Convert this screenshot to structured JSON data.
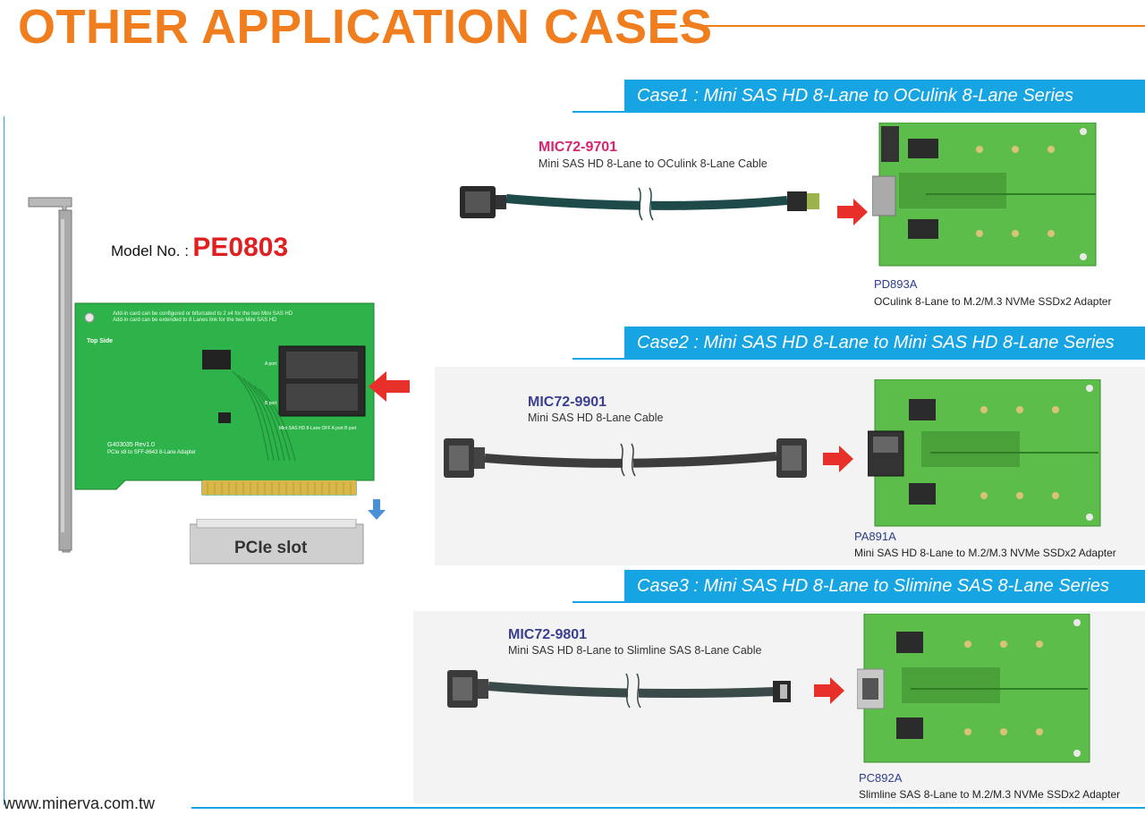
{
  "header": {
    "title": "OTHER APPLICATION CASES"
  },
  "model": {
    "label": "Model No. :",
    "number": "PE0803"
  },
  "board": {
    "note_line1": "Add-in card can be configured or bifurcated to 2 x4 for the two Mini SAS HD",
    "note_line2": "Add-in card can be extended to 8 Lanes link for the two Mini SAS HD",
    "side_label": "Top Side",
    "rev_label": "G403035 Rev1.0",
    "adapter_label": "PCIe x8 to SFF-8643 8-Lane Adapter",
    "port_a": "A port",
    "port_b": "B port",
    "connector_note": "Mini SAS HD 8-Lane OFF A port B port"
  },
  "pcie_slot": {
    "label": "PCIe slot"
  },
  "cases": [
    {
      "bar": "Case1 : Mini SAS HD 8-Lane to OCulink 8-Lane Series",
      "cable_code": "MIC72-9701",
      "cable_desc": "Mini SAS HD 8-Lane to OCulink 8-Lane Cable",
      "adapter_code": "PD893A",
      "adapter_desc": "OCulink 8-Lane to M.2/M.3 NVMe SSDx2 Adapter"
    },
    {
      "bar": "Case2 : Mini SAS HD 8-Lane to Mini SAS HD 8-Lane Series",
      "cable_code": "MIC72-9901",
      "cable_desc": "Mini SAS HD 8-Lane Cable",
      "adapter_code": "PA891A",
      "adapter_desc": "Mini SAS HD 8-Lane to M.2/M.3 NVMe SSDx2 Adapter"
    },
    {
      "bar": "Case3 : Mini SAS HD 8-Lane to Slimine SAS 8-Lane Series",
      "cable_code": "MIC72-9801",
      "cable_desc": "Mini SAS HD 8-Lane to Slimline SAS 8-Lane Cable",
      "adapter_code": "PC892A",
      "adapter_desc": "Slimline SAS 8-Lane to M.2/M.3 NVMe SSDx2 Adapter"
    }
  ],
  "footer": {
    "url": "www.minerva.com.tw"
  },
  "colors": {
    "title_orange": "#f07d1e",
    "case_blue": "#17a4e3",
    "model_red": "#e02020",
    "pcb_green": "#2db34a",
    "arrow_red": "#e8302a",
    "case1_code": "#d6246e",
    "case_code": "#3a3f8f"
  },
  "icons": [
    "bracket-icon",
    "arrow-right-icon",
    "arrow-left-icon",
    "arrow-down-icon",
    "cable-icon",
    "pcb-board-icon"
  ]
}
